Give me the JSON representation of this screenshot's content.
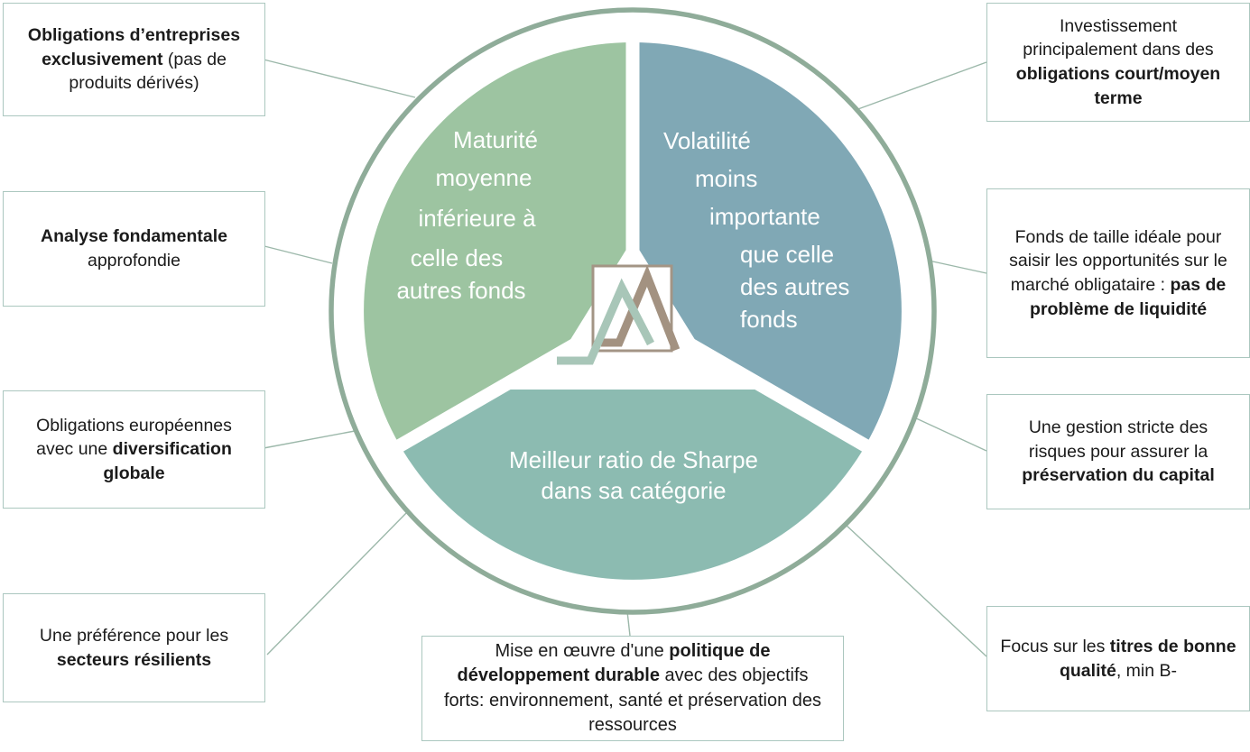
{
  "diagram": {
    "title": "fund-key-features-wheel",
    "ring_color": "#8fac99",
    "connector_color": "#9cb8aa",
    "segments": {
      "green": {
        "color": "#9dc4a1",
        "lines": [
          "Maturité",
          "moyenne",
          "inférieure à",
          "celle des",
          "autres fonds"
        ]
      },
      "blue": {
        "color": "#80a8b5",
        "lines": [
          "Volatilité",
          "moins",
          "importante",
          "que celle",
          "des autres",
          "fonds"
        ]
      },
      "teal": {
        "color": "#8cbbb1",
        "lines": [
          "Meilleur ratio de Sharpe",
          "dans sa catégorie"
        ]
      }
    },
    "logo": {
      "name": "mountain-logo",
      "frame_color": "#a39585",
      "back_peak_color": "#a39281",
      "front_peak_color": "#a8c6b8"
    }
  },
  "boxes": {
    "top_left": {
      "runs": [
        {
          "text": "Obligations d’entreprises exclusivement",
          "bold": true
        },
        {
          "text": " (pas de produits dérivés)",
          "bold": false
        }
      ]
    },
    "mid_left_upper": {
      "runs": [
        {
          "text": "Analyse fondamentale",
          "bold": true
        },
        {
          "text": " approfondie",
          "bold": false
        }
      ]
    },
    "mid_left_lower": {
      "runs": [
        {
          "text": "Obligations européennes avec une ",
          "bold": false
        },
        {
          "text": "diversification globale",
          "bold": true
        }
      ]
    },
    "bottom_left": {
      "runs": [
        {
          "text": "Une préférence pour les ",
          "bold": false
        },
        {
          "text": "secteurs résilients",
          "bold": true
        }
      ]
    },
    "bottom_center": {
      "runs": [
        {
          "text": "Mise en œuvre d'une ",
          "bold": false
        },
        {
          "text": "politique de développement durable",
          "bold": true
        },
        {
          "text": " avec des objectifs forts: environnement, santé et préservation des ressources",
          "bold": false
        }
      ]
    },
    "bottom_right": {
      "runs": [
        {
          "text": "Focus sur les ",
          "bold": false
        },
        {
          "text": "titres de bonne qualité",
          "bold": true
        },
        {
          "text": ", min B-",
          "bold": false
        }
      ]
    },
    "mid_right_lower": {
      "runs": [
        {
          "text": "Une gestion stricte des risques pour assurer la ",
          "bold": false
        },
        {
          "text": "préservation du capital",
          "bold": true
        }
      ]
    },
    "mid_right_upper": {
      "runs": [
        {
          "text": "Fonds de taille idéale pour saisir les opportunités sur le marché obligataire : ",
          "bold": false
        },
        {
          "text": "pas de problème de liquidité",
          "bold": true
        }
      ]
    },
    "top_right": {
      "runs": [
        {
          "text": "Investissement principalement dans des ",
          "bold": false
        },
        {
          "text": "obligations court/moyen terme",
          "bold": true
        }
      ]
    }
  }
}
